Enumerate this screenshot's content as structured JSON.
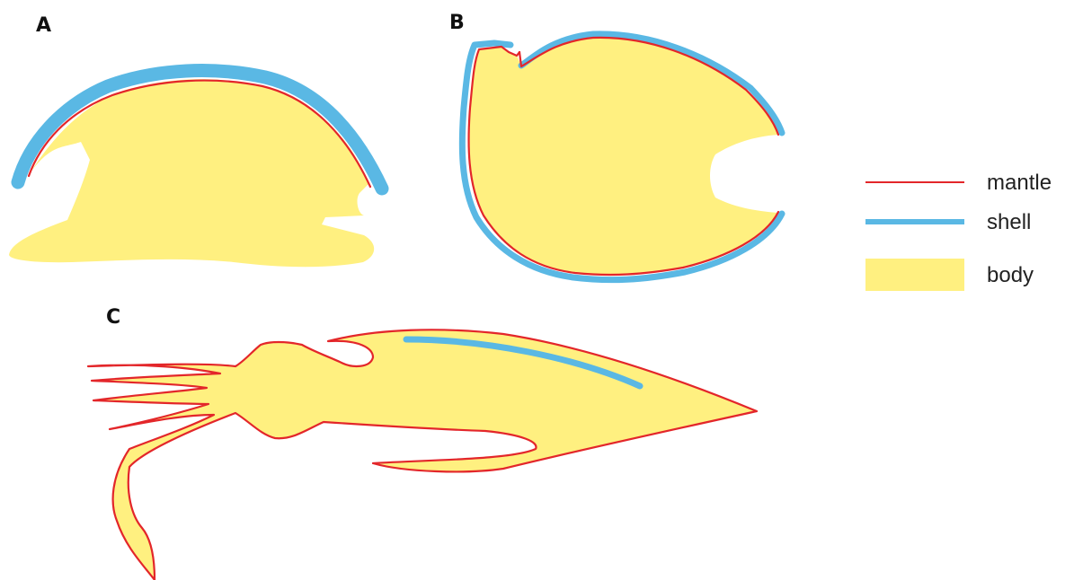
{
  "panels": {
    "a": {
      "label": "A"
    },
    "b": {
      "label": "B"
    },
    "c": {
      "label": "C"
    }
  },
  "legend": {
    "mantle": "mantle",
    "shell": "shell",
    "body": "body"
  },
  "colors": {
    "mantle": "#e3262a",
    "shell": "#5ab8e4",
    "body": "#fff080"
  }
}
